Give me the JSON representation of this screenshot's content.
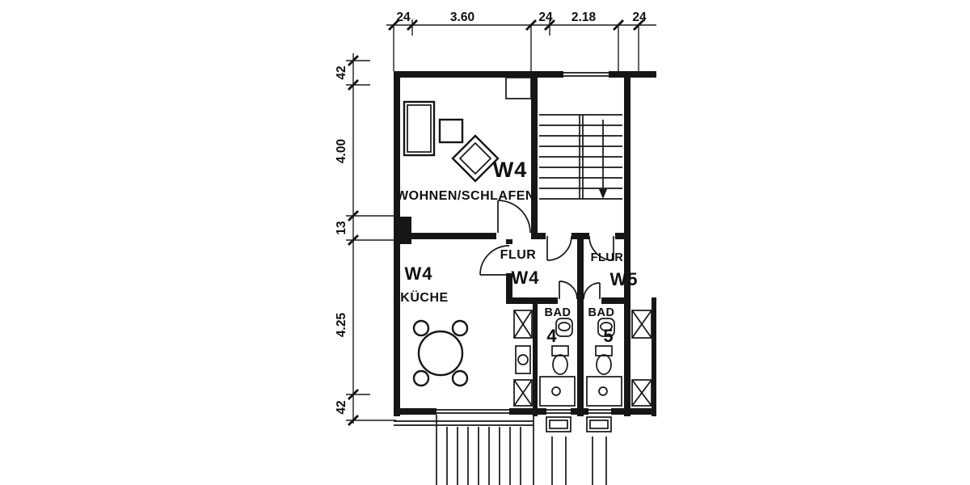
{
  "colors": {
    "ink": "#161616",
    "paper": "#ffffff"
  },
  "dims": {
    "top": [
      "24",
      "3.60",
      "24",
      "2.18",
      "24"
    ],
    "left": [
      "42",
      "4.00",
      "13",
      "4.25",
      "42"
    ]
  },
  "labels": {
    "wohnen_unit": "W4",
    "wohnen": "WOHNEN/SCHLAFEN",
    "kueche_unit": "W4",
    "kueche": "KÜCHE",
    "flur4": "FLUR",
    "flur4_unit": "W4",
    "flur5": "FLUR",
    "flur5_unit": "W5",
    "bad4": "BAD",
    "bad4_no": "4",
    "bad5": "BAD",
    "bad5_no": "5"
  }
}
